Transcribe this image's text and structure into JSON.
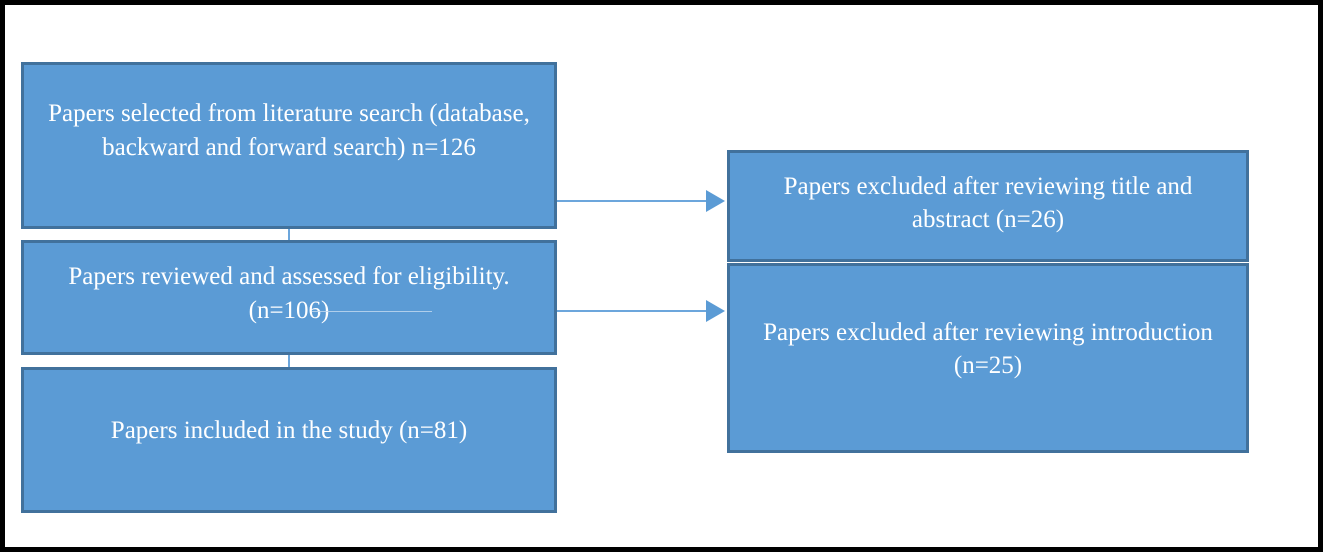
{
  "diagram": {
    "title": "PRISMA-style literature selection flow",
    "colors": {
      "box_fill": "#5B9BD5",
      "box_border": "#41719C",
      "connector": "#6CA6DC",
      "text": "#FFFFFF",
      "frame": "#000000",
      "background": "#FFFFFF"
    },
    "nodes": [
      {
        "id": "search",
        "text": "Papers selected from literature search (database, backward and forward search) n=126",
        "count": 126
      },
      {
        "id": "reviewed",
        "text": "Papers reviewed and assessed for eligibility. (n=106)",
        "count": 106
      },
      {
        "id": "included",
        "text": "Papers included in the study (n=81)",
        "count": 81
      },
      {
        "id": "excluded-title-abstract",
        "text": "Papers excluded after reviewing title and abstract (n=26)",
        "count": 26
      },
      {
        "id": "excluded-introduction",
        "text": "Papers excluded after reviewing introduction (n=25)",
        "count": 25
      }
    ],
    "edges": [
      {
        "id": "edge-search-to-excluded-title",
        "from": "search",
        "to": "excluded-title-abstract",
        "style": "arrow"
      },
      {
        "id": "edge-reviewed-to-excluded-intro",
        "from": "reviewed",
        "to": "excluded-introduction",
        "style": "arrow"
      },
      {
        "id": "edge-search-to-reviewed",
        "from": "search",
        "to": "reviewed",
        "style": "line"
      },
      {
        "id": "edge-reviewed-to-included",
        "from": "reviewed",
        "to": "included",
        "style": "line"
      }
    ]
  }
}
